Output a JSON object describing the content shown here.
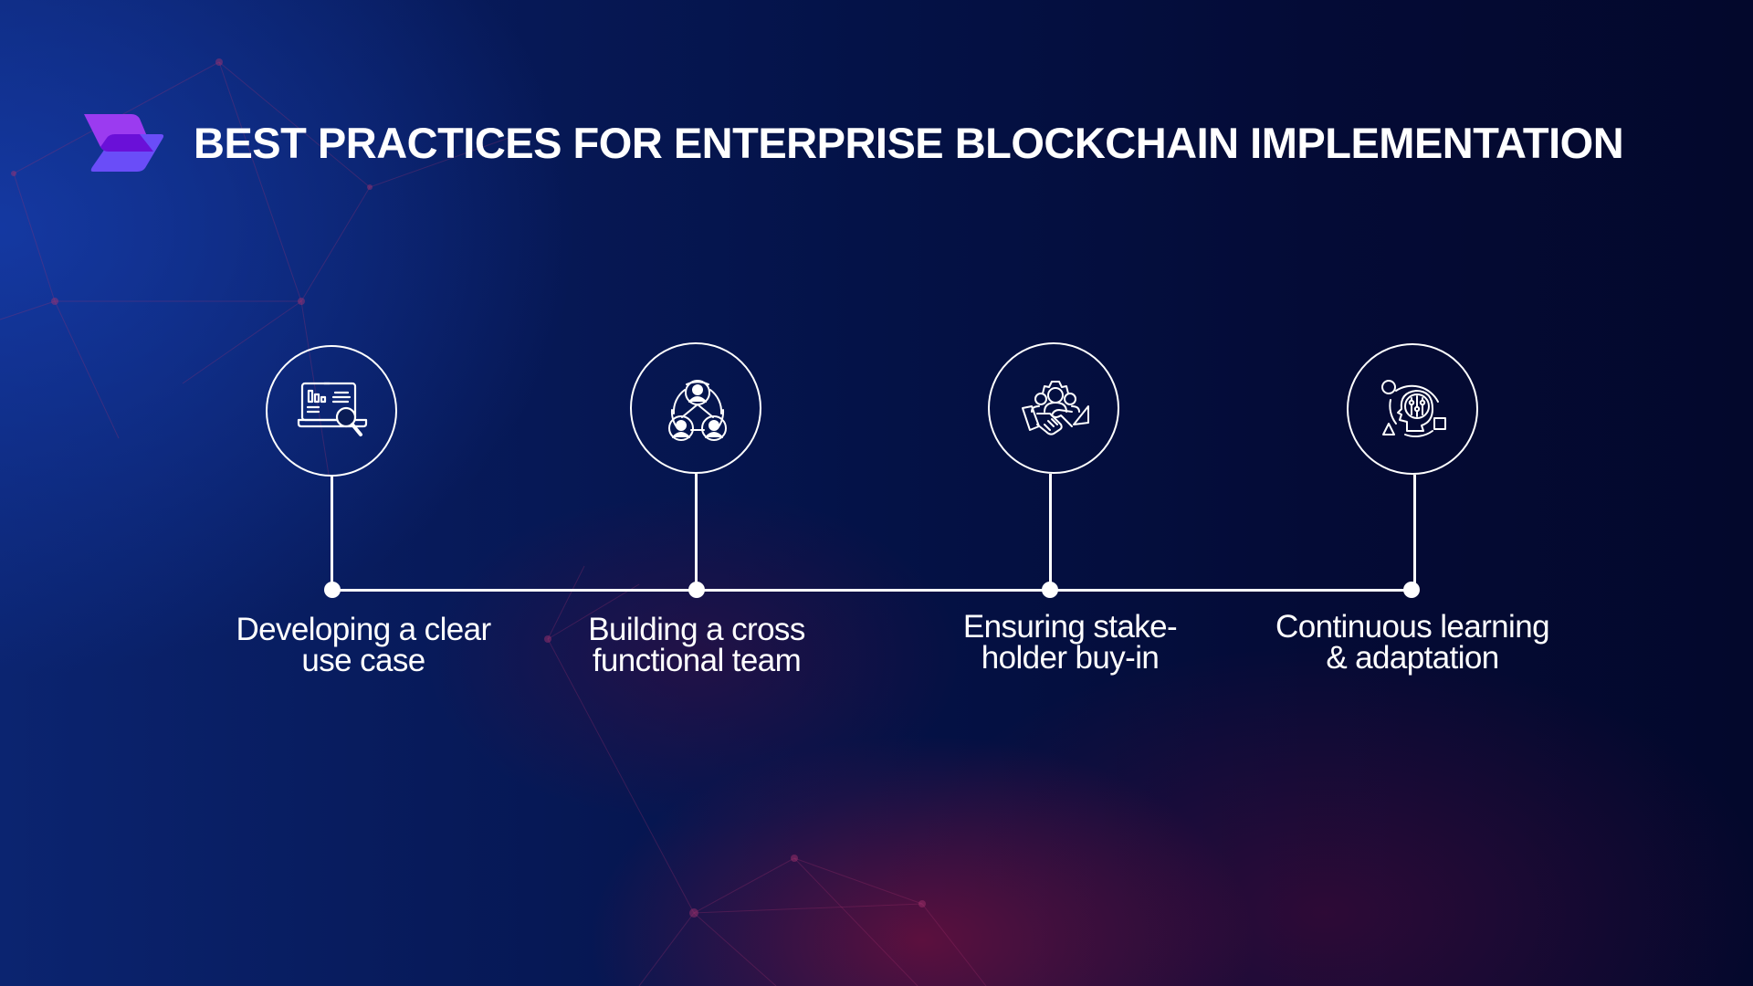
{
  "slide": {
    "title": "BEST PRACTICES FOR ENTERPRISE BLOCKCHAIN IMPLEMENTATION",
    "logo": {
      "icon": "chevron-logo-icon",
      "colors": {
        "top": "#9B3BF0",
        "bottom": "#6A4DF8",
        "overlap": "#6A10D8"
      }
    }
  },
  "colors": {
    "accent": "#ffffff",
    "background_left": "#0b2470",
    "background_right": "#03082c",
    "glow": "#78103c"
  },
  "steps": [
    {
      "icon": "laptop-analytics-search-icon",
      "line1": "Developing a clear",
      "line2": "use case"
    },
    {
      "icon": "team-network-icon",
      "line1": "Building a cross",
      "line2": "functional team"
    },
    {
      "icon": "handshake-team-gear-icon",
      "line1": "Ensuring stake-",
      "line2": "holder buy-in"
    },
    {
      "icon": "head-learning-shapes-icon",
      "line1": "Continuous learning",
      "line2": "& adaptation"
    }
  ]
}
